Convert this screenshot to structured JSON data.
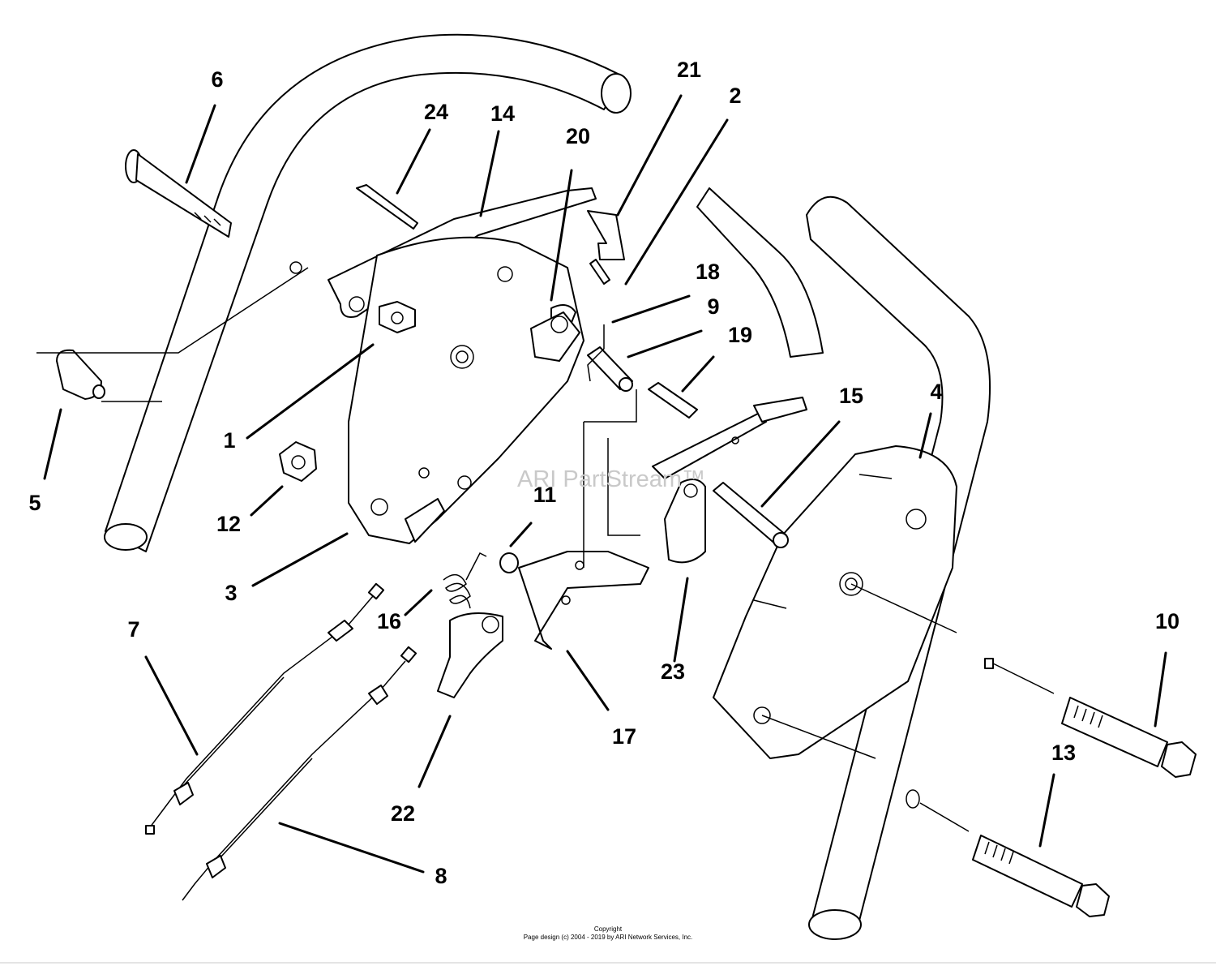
{
  "watermark": "ARI PartStream™",
  "copyright": {
    "line1": "Copyright",
    "line2": "Page design (c) 2004 - 2019 by ARI Network Services, Inc."
  },
  "callouts": [
    {
      "label": "1"
    },
    {
      "label": "2"
    },
    {
      "label": "3"
    },
    {
      "label": "4"
    },
    {
      "label": "5"
    },
    {
      "label": "6"
    },
    {
      "label": "7"
    },
    {
      "label": "8"
    },
    {
      "label": "9"
    },
    {
      "label": "10"
    },
    {
      "label": "11"
    },
    {
      "label": "12"
    },
    {
      "label": "13"
    },
    {
      "label": "14"
    },
    {
      "label": "15"
    },
    {
      "label": "16"
    },
    {
      "label": "17"
    },
    {
      "label": "18"
    },
    {
      "label": "19"
    },
    {
      "label": "20"
    },
    {
      "label": "21"
    },
    {
      "label": "22"
    },
    {
      "label": "23"
    },
    {
      "label": "24"
    }
  ]
}
